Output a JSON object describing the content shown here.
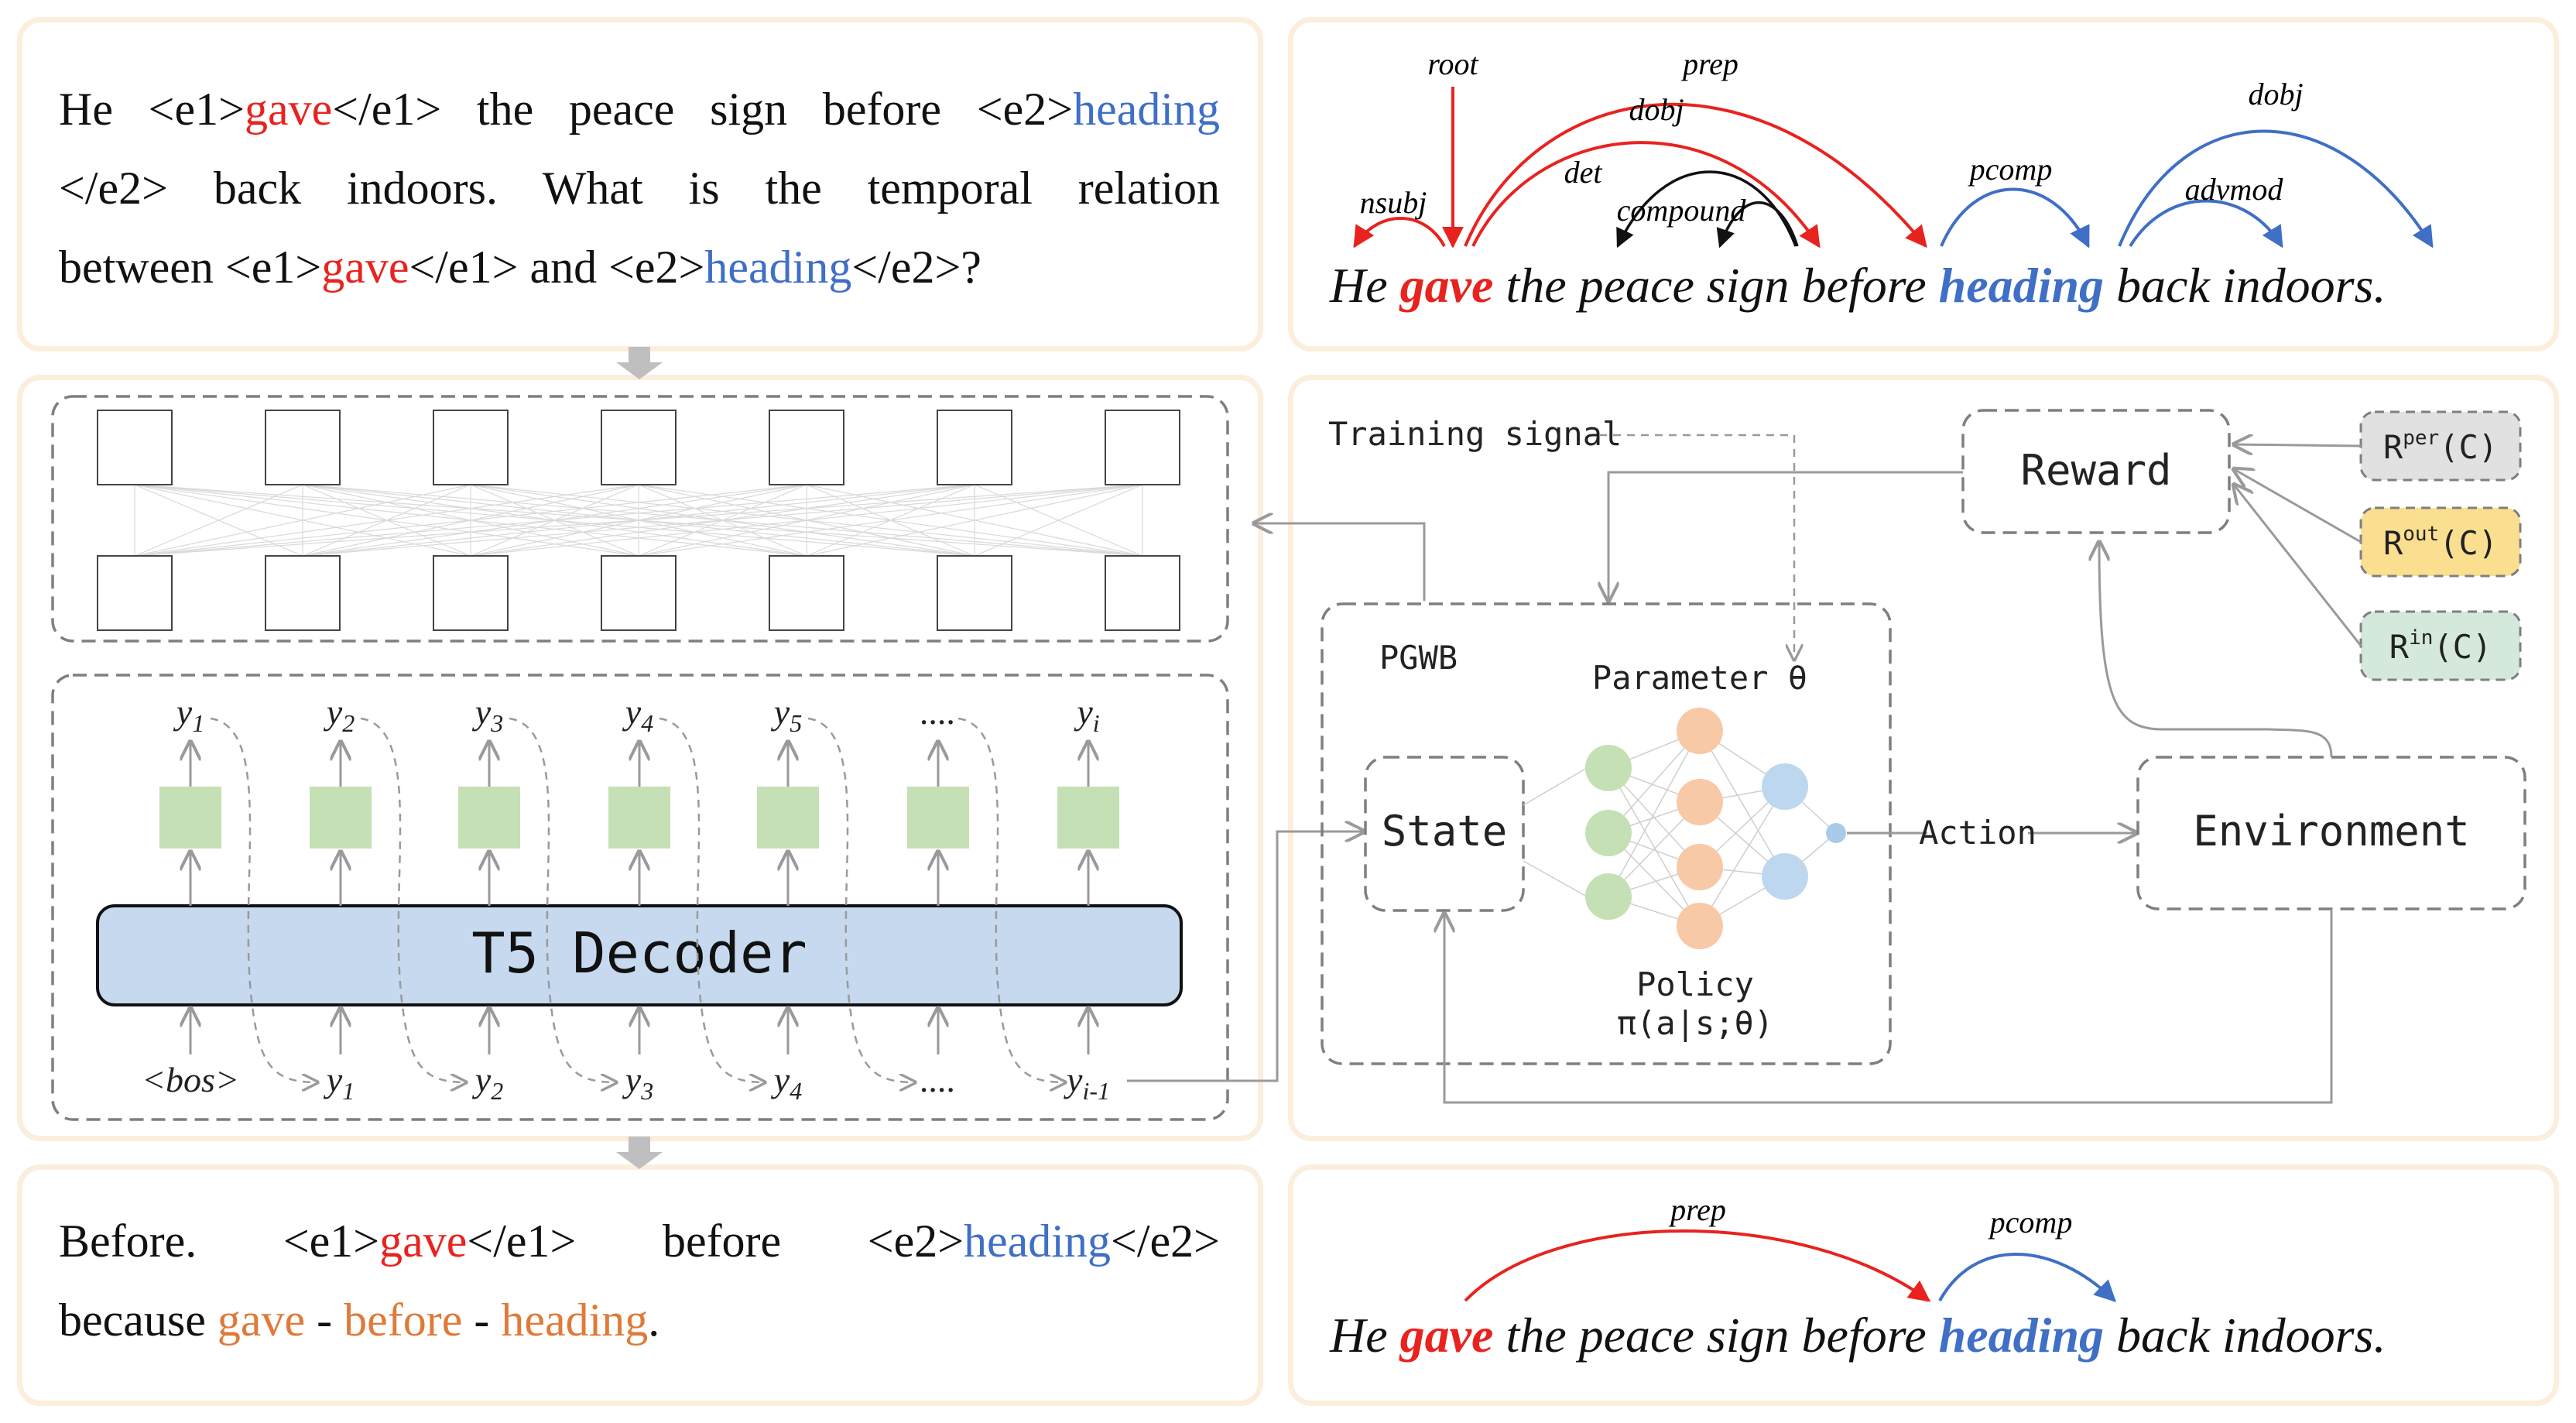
{
  "input_text": {
    "line1": {
      "a": "He <e1>",
      "e1": "gave",
      "b": "</e1> the peace sign before <e2>",
      "e2": "heading"
    },
    "line2": {
      "a": "</e2> back indoors. What is the temporal relation"
    },
    "line3": {
      "a": "between <e1>",
      "e1": "gave",
      "b": "</e1> and <e2>",
      "e2": "heading",
      "c": "</e2>?"
    }
  },
  "output_text": {
    "line1": {
      "a": "Before.",
      "b": "<e1>",
      "e1": "gave",
      "c": "</e1>",
      "d": "before",
      "e": "<e2>",
      "e2": "heading",
      "f": "</e2>"
    },
    "line2": {
      "a": "because ",
      "w1": "gave",
      "s1": " - ",
      "w2": "before",
      "s2": " - ",
      "w3": "heading",
      "end": "."
    }
  },
  "dep_tree_top": {
    "sentence": {
      "w1": "He",
      "w2": "gave",
      "w3": "the peace sign before",
      "w4": "heading",
      "w5": "back indoors."
    },
    "relations": [
      "root",
      "prep",
      "dobj",
      "det",
      "compound",
      "nsubj",
      "pcomp",
      "dobj",
      "advmod"
    ]
  },
  "dep_tree_bottom": {
    "sentence": {
      "w1": "He",
      "w2": "gave",
      "w3": "the peace sign before",
      "w4": "heading",
      "w5": "back indoors."
    },
    "relations": [
      "prep",
      "pcomp"
    ]
  },
  "decoder": {
    "label": "T5 Decoder",
    "outputs": [
      "y1",
      "y2",
      "y3",
      "y4",
      "y5",
      "....",
      "yi"
    ],
    "inputs": [
      "<bos>",
      "y1",
      "y2",
      "y3",
      "y4",
      "....",
      "yi-1"
    ]
  },
  "rl": {
    "training_signal": "Training signal",
    "reward": "Reward",
    "pgwb": "PGWB",
    "parameter": "Parameter θ",
    "state": "State",
    "action": "Action",
    "environment": "Environment",
    "policy_line1": "Policy",
    "policy_line2": "π(a|s;θ)",
    "rewards": [
      {
        "name": "R",
        "sup": "per",
        "arg": "(C)",
        "color": "#e1e1e1"
      },
      {
        "name": "R",
        "sup": "out",
        "arg": "(C)",
        "color": "#fbdf91"
      },
      {
        "name": "R",
        "sup": "in",
        "arg": "(C)",
        "color": "#d4e8dc"
      }
    ]
  },
  "colors": {
    "entity1": "#e8231f",
    "entity2": "#3f6fc6",
    "path": "#e07a3a",
    "panel_border": "#fbeedd",
    "decoder_fill": "#c6d9ee",
    "cell_fill": "#c5e0b4"
  }
}
